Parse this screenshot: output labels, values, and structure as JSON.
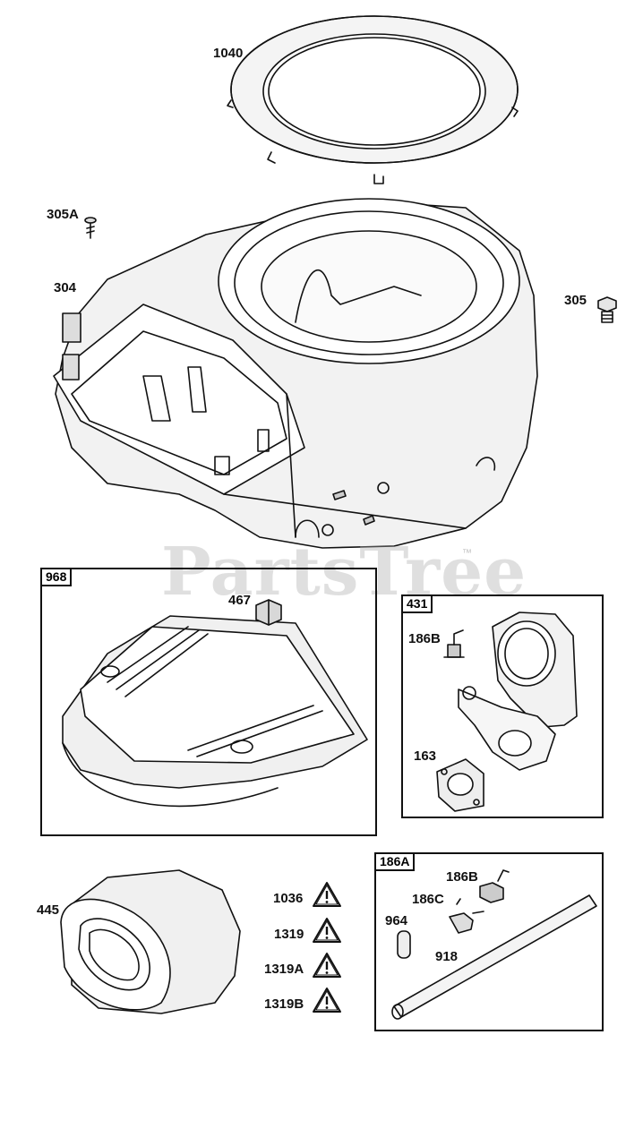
{
  "watermark": {
    "text": "PartsTree",
    "trademark": "™"
  },
  "labels": {
    "l1040": "1040",
    "l305A": "305A",
    "l304": "304",
    "l305": "305",
    "l467": "467",
    "l186B_a": "186B",
    "l163": "163",
    "l445": "445",
    "l1036": "1036",
    "l1319": "1319",
    "l1319A": "1319A",
    "l1319B": "1319B",
    "l186B_b": "186B",
    "l186C": "186C",
    "l964": "964",
    "l918": "918"
  },
  "boxes": {
    "b968": "968",
    "b431": "431",
    "b186A": "186A"
  },
  "colors": {
    "line": "#111111",
    "watermark": "#aaaaaa"
  },
  "icons": [
    "warning-triangle-icon",
    "screw-icon",
    "bolt-icon",
    "fitting-icon"
  ]
}
